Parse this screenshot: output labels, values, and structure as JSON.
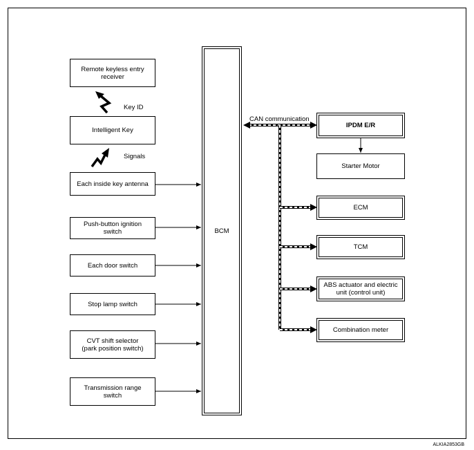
{
  "inputs": [
    {
      "id": "remote",
      "label": "Remote keyless entry\nreceiver"
    },
    {
      "id": "ikey",
      "label": "Intelligent Key"
    },
    {
      "id": "antenna",
      "label": "Each inside key antenna"
    },
    {
      "id": "push",
      "label": "Push-button ignition\nswitch"
    },
    {
      "id": "door",
      "label": "Each door switch"
    },
    {
      "id": "stop",
      "label": "Stop lamp switch"
    },
    {
      "id": "cvt",
      "label": "CVT shift selector\n(park position switch)"
    },
    {
      "id": "trans",
      "label": "Transmission range\nswitch"
    }
  ],
  "signals": {
    "key_id": "Key ID",
    "signals": "Signals"
  },
  "bcm": "BCM",
  "can_label": "CAN communication",
  "outputs": {
    "ipdm": "IPDM E/R",
    "starter": "Starter Motor",
    "ecm": "ECM",
    "tcm": "TCM",
    "abs": "ABS actuator and electric\nunit (control unit)",
    "meter": "Combination meter"
  },
  "figure_code": "ALKIA2853GB"
}
